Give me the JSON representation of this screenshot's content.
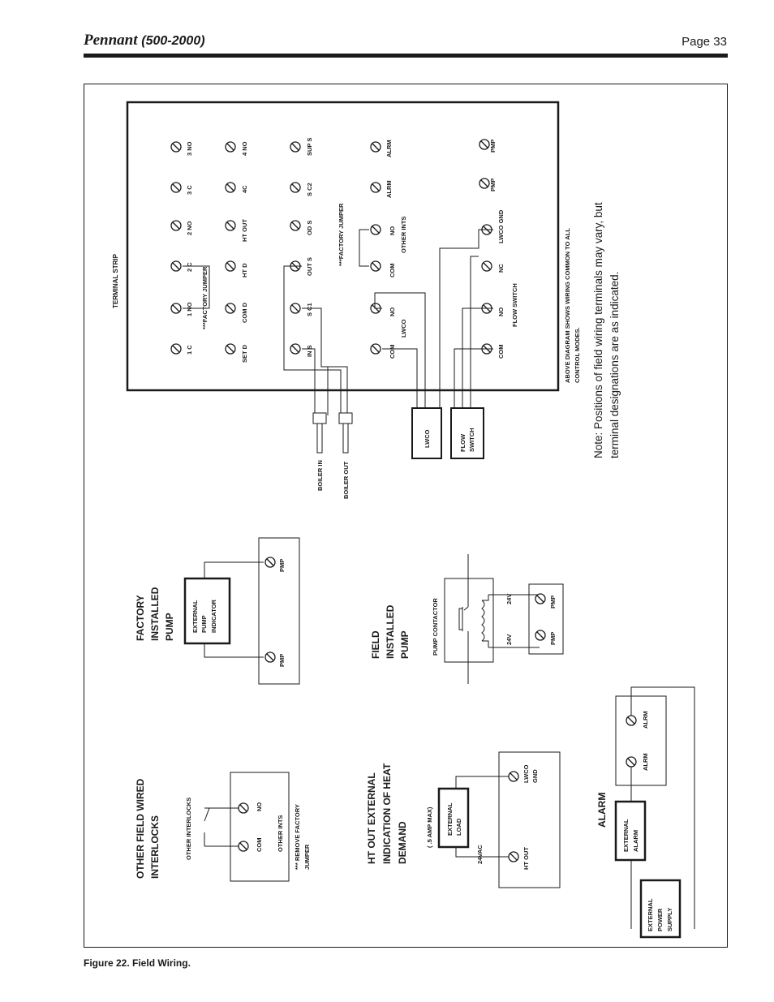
{
  "header": {
    "brand": "Pennant",
    "model": "(500-2000)",
    "page": "Page 33"
  },
  "caption": "Figure 22. Field Wiring.",
  "terminal_strip": {
    "title": "TERMINAL STRIP",
    "rows": [
      [
        "1 C",
        "1 NO",
        "2 C",
        "2 NO",
        "3 C",
        "3 NO"
      ],
      [
        "SET D",
        "COM D",
        "HT D",
        "HT OUT",
        "4C",
        "4 NO"
      ],
      [
        "IN S",
        "S C1",
        "OUT S",
        "OD S",
        "S C2",
        "SUP S"
      ],
      [
        "COM",
        "NO",
        "COM",
        "NO",
        "ALRM",
        "ALRM"
      ],
      [
        "COM",
        "NO",
        "NC",
        "LWCO GND",
        "PMP",
        "PMP"
      ]
    ],
    "factory_jumper_1": "***FACTORY JUMPER",
    "factory_jumper_2": "***FACTORY JUMPER",
    "lwco_label": "LWCO",
    "other_ints_label": "OTHER INTS",
    "flow_switch_label": "FLOW SWITCH",
    "footnote_line1": "ABOVE DIAGRAM SHOWS WIRING COMMON TO ALL",
    "footnote_line2": "CONTROL MODES."
  },
  "note_line1": "Note: Positions of field wiring terminals may vary, but",
  "note_line2": "terminal designations are as indicated.",
  "sensors": {
    "boiler_in": "BOILER IN",
    "boiler_out": "BOILER OUT",
    "lwco_box": "LWCO",
    "flow_switch_line1": "FLOW",
    "flow_switch_line2": "SWITCH"
  },
  "factory_pump": {
    "title_line1": "FACTORY",
    "title_line2": "INSTALLED",
    "title_line3": "PUMP",
    "indicator_line1": "EXTERNAL",
    "indicator_line2": "PUMP",
    "indicator_line3": "INDICATOR",
    "pmp_left": "PMP",
    "pmp_right": "PMP"
  },
  "field_pump": {
    "title_line1": "FIELD",
    "title_line2": "INSTALLED",
    "title_line3": "PUMP",
    "contactor": "PUMP CONTACTOR",
    "v_left": "24V",
    "v_right": "24V",
    "pmp_left": "PMP",
    "pmp_right": "PMP"
  },
  "interlocks": {
    "title_line1": "OTHER FIELD WIRED",
    "title_line2": "INTERLOCKS",
    "switch_label": "OTHER INTERLOCKS",
    "com": "COM",
    "no": "NO",
    "ints": "OTHER INTS",
    "remove_line1": "*** REMOVE FACTORY",
    "remove_line2": "JUMPER"
  },
  "ht_out": {
    "title_line1": "HT OUT EXTERNAL",
    "title_line2": "INDICATION OF HEAT",
    "title_line3": "DEMAND",
    "amp": "( .5  AMP MAX)",
    "load_line1": "EXTERNAL",
    "load_line2": "LOAD",
    "vac": "24VAC",
    "ht_out_term": "HT OUT",
    "lwco_gnd_line1": "LWCO",
    "lwco_gnd_line2": "GND"
  },
  "alarm": {
    "title": "ALARM",
    "ext_alarm_line1": "EXTERNAL",
    "ext_alarm_line2": "ALARM",
    "supply_line1": "EXTERNAL",
    "supply_line2": "POWER",
    "supply_line3": "SUPPLY",
    "alrm_left": "ALRM",
    "alrm_right": "ALRM"
  }
}
